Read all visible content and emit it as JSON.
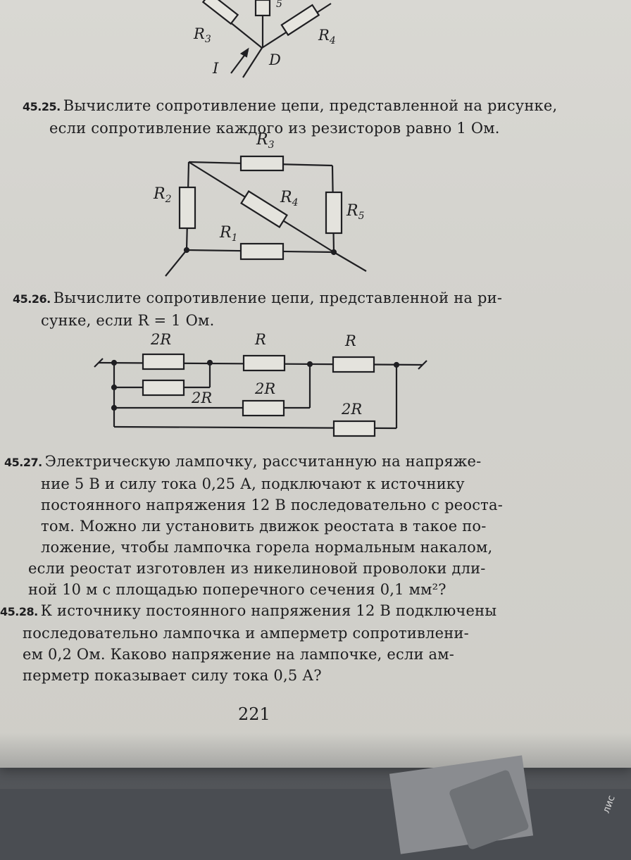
{
  "top_figure": {
    "r3": "R",
    "r3_sub": "3",
    "r4": "R",
    "r4_sub": "4",
    "r5_sub": "5",
    "current": "I",
    "node": "D"
  },
  "problems": {
    "p2525": {
      "number": "45.25.",
      "lines": [
        "Вычислите сопротивление цепи, представленной на рисунке,",
        "если сопротивление каждого из резисторов равно 1 Ом."
      ]
    },
    "p2526": {
      "number": "45.26.",
      "lines": [
        "Вычислите сопротивление цепи, представленной на ри-",
        "сунке, если R = 1 Ом."
      ]
    },
    "p2527": {
      "number": "45.27.",
      "lines": [
        "Электрическую лампочку, рассчитанную на напряже-",
        "ние 5 В и силу тока 0,25 А, подключают к источнику",
        "постоянного напряжения 12 В последовательно с реоста-",
        "том. Можно ли установить движок реостата в такое по-",
        "ложение, чтобы лампочка горела нормальным накалом,",
        "если реостат изготовлен из никелиновой проволоки дли-",
        "ной 10 м с площадью поперечного сечения 0,1 мм²?"
      ]
    },
    "p2528": {
      "number": "45.28.",
      "lines": [
        "К источнику постоянного напряжения 12 В подключены",
        "последовательно лампочка и амперметр сопротивлени-",
        "ем 0,2 Ом. Каково напряжение на лампочке, если ам-",
        "перметр показывает силу тока 0,5 А?"
      ]
    }
  },
  "circuit1": {
    "labels": [
      "R",
      "R",
      "R",
      "R",
      "R"
    ],
    "subs": [
      "3",
      "2",
      "4",
      "5",
      "1"
    ]
  },
  "circuit2": {
    "labels": [
      "2R",
      "R",
      "R",
      "2R",
      "2R",
      "2R"
    ]
  },
  "page_number": "221",
  "card_text": "лис"
}
